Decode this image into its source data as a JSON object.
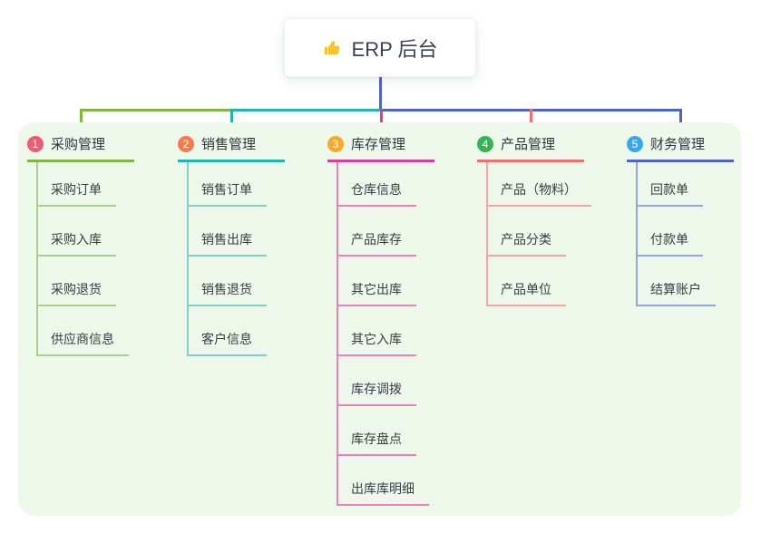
{
  "root": {
    "icon": "thumbs-up",
    "title": "ERP 后台"
  },
  "branches": [
    {
      "number": "1",
      "label": "采购管理",
      "badge_color": "#EF5B73",
      "line_color": "#7CB93E",
      "leaf_line_color": "#A9D18C",
      "children": [
        "采购订单",
        "采购入库",
        "采购退货",
        "供应商信息"
      ]
    },
    {
      "number": "2",
      "label": "销售管理",
      "badge_color": "#F87C4B",
      "line_color": "#1CB8AE",
      "leaf_line_color": "#7FD0C9",
      "children": [
        "销售订单",
        "销售出库",
        "销售退货",
        "客户信息"
      ]
    },
    {
      "number": "3",
      "label": "库存管理",
      "badge_color": "#F7A928",
      "line_color": "#E03C96",
      "leaf_line_color": "#EF7EBD",
      "children": [
        "仓库信息",
        "产品库存",
        "其它出库",
        "其它入库",
        "库存调拨",
        "库存盘点",
        "出库库明细"
      ]
    },
    {
      "number": "4",
      "label": "产品管理",
      "badge_color": "#30B750",
      "line_color": "#F56C6C",
      "leaf_line_color": "#F8A3A3",
      "children": [
        "产品（物料）",
        "产品分类",
        "产品单位"
      ]
    },
    {
      "number": "5",
      "label": "财务管理",
      "badge_color": "#38A8E8",
      "line_color": "#4D64CE",
      "leaf_line_color": "#93A5E0",
      "children": [
        "回款单",
        "付款单",
        "结算账户"
      ]
    }
  ],
  "colors": {
    "canvas_bg": "#FFFFFF",
    "panel_bg": "#EDF7EA",
    "root_connector": "#4D64CE",
    "header_text": "#2F3540",
    "leaf_text": "#3C3C46"
  }
}
